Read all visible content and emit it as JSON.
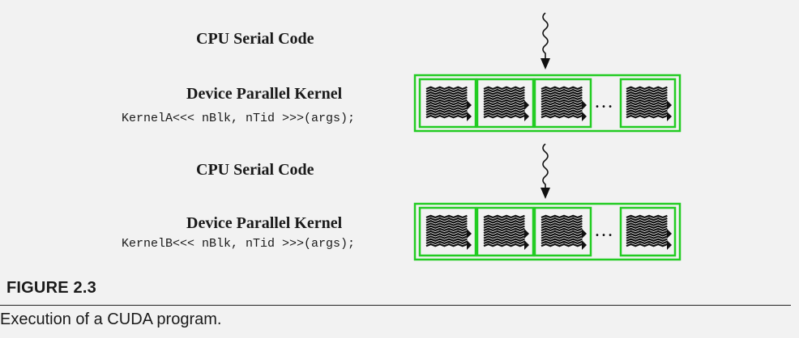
{
  "diagram": {
    "steps": [
      {
        "type": "serial",
        "label": "CPU Serial Code"
      },
      {
        "type": "kernel",
        "label": "Device Parallel Kernel",
        "code": "KernelA<<< nBlk, nTid >>>(args);",
        "ellipsis": "…"
      },
      {
        "type": "serial",
        "label": "CPU Serial Code"
      },
      {
        "type": "kernel",
        "label": "Device Parallel Kernel",
        "code": "KernelB<<< nBlk, nTid >>>(args);",
        "ellipsis": "…"
      }
    ],
    "colors": {
      "grid_border": "#22cc22",
      "thread_fill": "#111111",
      "arrow": "#111111"
    }
  },
  "figure": {
    "label": "FIGURE 2.3",
    "caption": "Execution of a CUDA program."
  }
}
